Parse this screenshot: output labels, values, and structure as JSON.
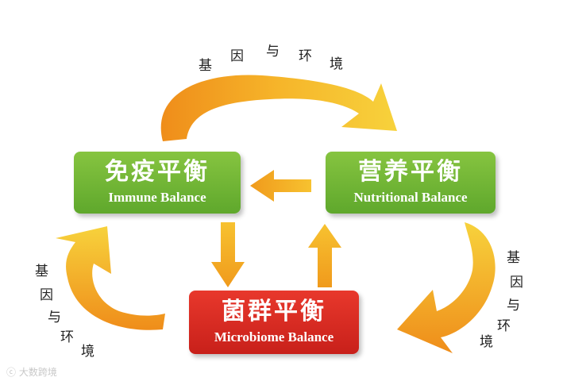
{
  "boxes": {
    "immune": {
      "cn": "免疫平衡",
      "en": "Immune Balance"
    },
    "nutritional": {
      "cn": "营养平衡",
      "en": "Nutritional Balance"
    },
    "microbiome": {
      "cn": "菌群平衡",
      "en": "Microbiome Balance"
    }
  },
  "labels": {
    "top": [
      "基",
      "因",
      "与",
      "环",
      "境"
    ],
    "left": [
      "基",
      "因",
      "与",
      "环",
      "境"
    ],
    "right": [
      "基",
      "因",
      "与",
      "环",
      "境"
    ]
  },
  "watermark": "大数跨境",
  "colors": {
    "box_green": "#6bb334",
    "box_red": "#d92b22",
    "arrow_orange": "#f0a21e",
    "arrow_yellow": "#f7cf3a"
  }
}
